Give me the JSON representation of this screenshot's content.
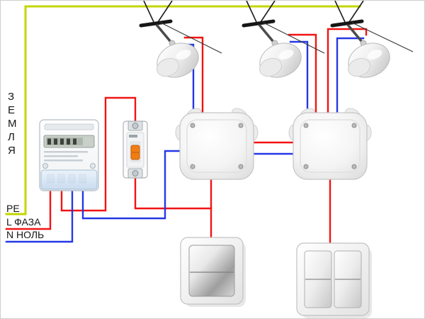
{
  "labels": {
    "earth_vertical": "ЗЕМЛЯ",
    "pe": "PE",
    "phase": "L ФАЗА",
    "neutral": "N НОЛЬ"
  },
  "colors": {
    "earth": "#c3d600",
    "phase": "#f21313",
    "neutral": "#2438e6"
  }
}
